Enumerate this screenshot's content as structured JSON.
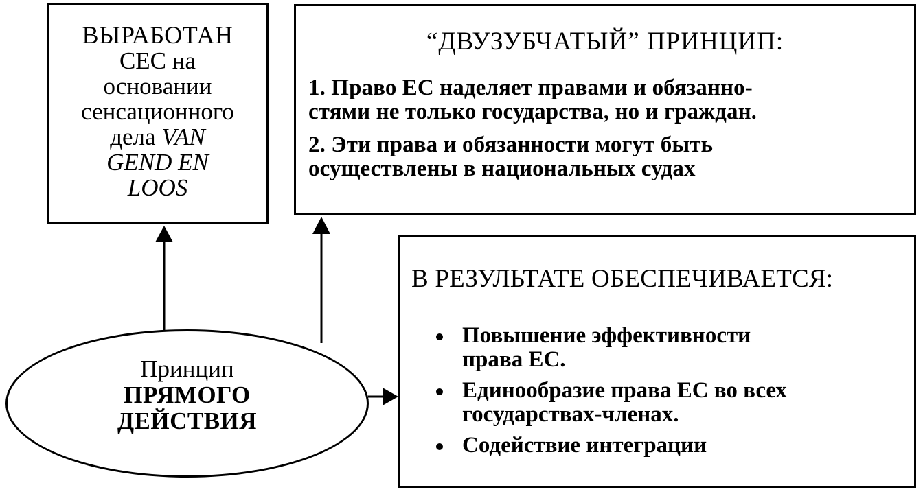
{
  "left_box": {
    "line1": "ВЫРАБОТАН",
    "line2": "СЕС на",
    "line3": "основании",
    "line4": "сенсационного",
    "line5_plain": "дела ",
    "line5_italic": "VAN",
    "line6": "GEND EN",
    "line7": "LOOS"
  },
  "top_box": {
    "title": "“ДВУЗУБЧАТЫЙ” ПРИНЦИП:",
    "point1_line1": "1. Право ЕС наделяет правами и обязанно-",
    "point1_line2": "стями не только государства, но и граждан.",
    "point2_line1": "2. Эти права и обязанности могут быть",
    "point2_line2": "осуществлены в национальных судах"
  },
  "bottom_box": {
    "title": "В РЕЗУЛЬТАТЕ ОБЕСПЕЧИВАЕТСЯ:",
    "bullets": [
      {
        "line1": "Повышение эффективности",
        "line2": "права ЕС."
      },
      {
        "line1": "Единообразие права ЕС во всех",
        "line2": "государствах-членах."
      },
      {
        "line1": "Содействие интеграции"
      }
    ]
  },
  "center": {
    "line1": "Принцип",
    "line2": "ПРЯМОГО",
    "line3": "ДЕЙСТВИЯ"
  }
}
